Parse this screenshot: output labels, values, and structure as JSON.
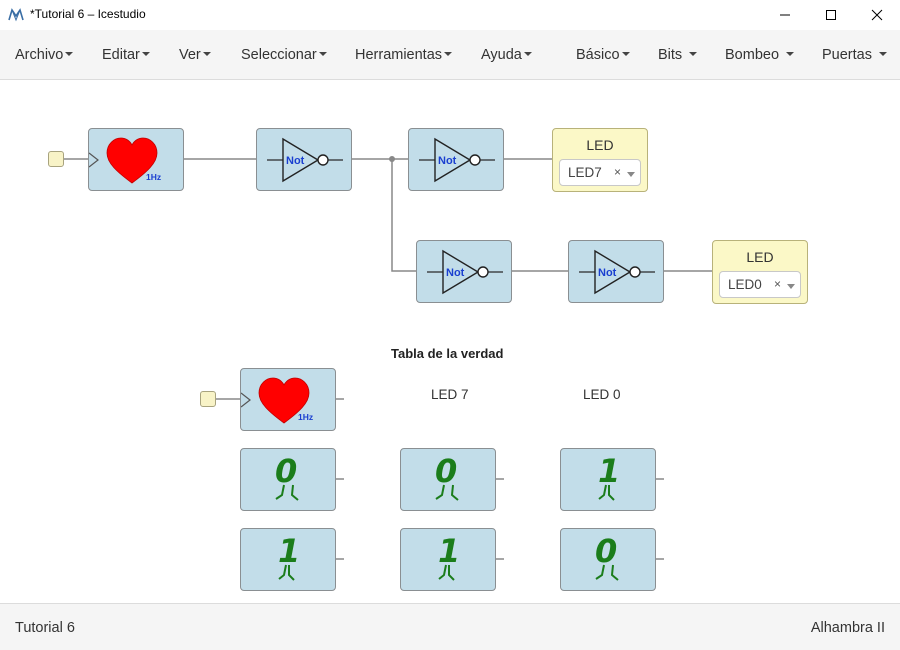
{
  "window": {
    "title": "*Tutorial 6 – Icestudio"
  },
  "menubar": {
    "items": [
      "Archivo",
      "Editar",
      "Ver",
      "Seleccionar",
      "Herramientas",
      "Ayuda",
      "Básico",
      "Bits",
      "Bombeo",
      "Puertas"
    ]
  },
  "circuit": {
    "heart_freq": "1Hz",
    "not_label": "Not",
    "led_title": "LED",
    "led_top_value": "LED7",
    "led_bottom_value": "LED0",
    "clear_symbol": "×",
    "table_heading": "Tabla de la verdad",
    "col_led7": "LED 7",
    "col_led0": "LED 0",
    "truth_rows": [
      [
        "0",
        "0",
        "1"
      ],
      [
        "1",
        "1",
        "0"
      ]
    ]
  },
  "statusbar": {
    "left": "Tutorial 6",
    "right": "Alhambra II"
  },
  "colors": {
    "block": "#c2dde9",
    "led_block": "#fbf8c7",
    "heart": "#ff0000",
    "bit": "#1b7d1b",
    "not_text": "#1a3fd0"
  },
  "icons": {
    "app": "icestudio-logo-icon",
    "minimize": "minimize-icon",
    "maximize": "maximize-icon",
    "close": "close-icon"
  }
}
